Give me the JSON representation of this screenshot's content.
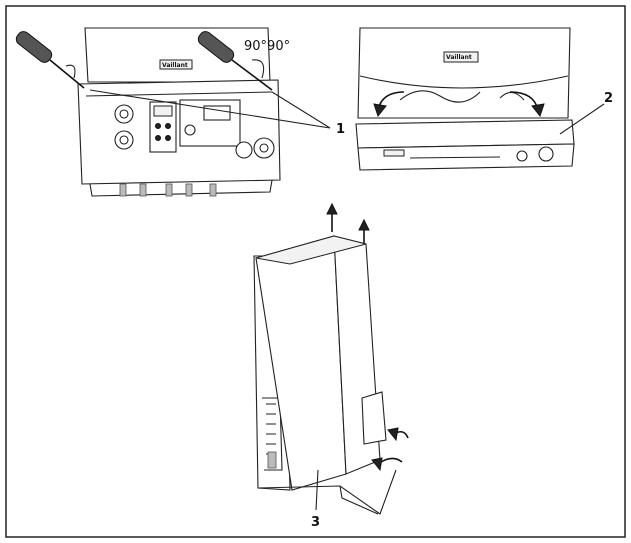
{
  "labels": {
    "callout_1": "1",
    "callout_2": "2",
    "callout_3": "3",
    "angle_text": "90°90°",
    "brand_text": "Vaillant"
  },
  "colors": {
    "line": "#222222",
    "background": "#ffffff"
  }
}
